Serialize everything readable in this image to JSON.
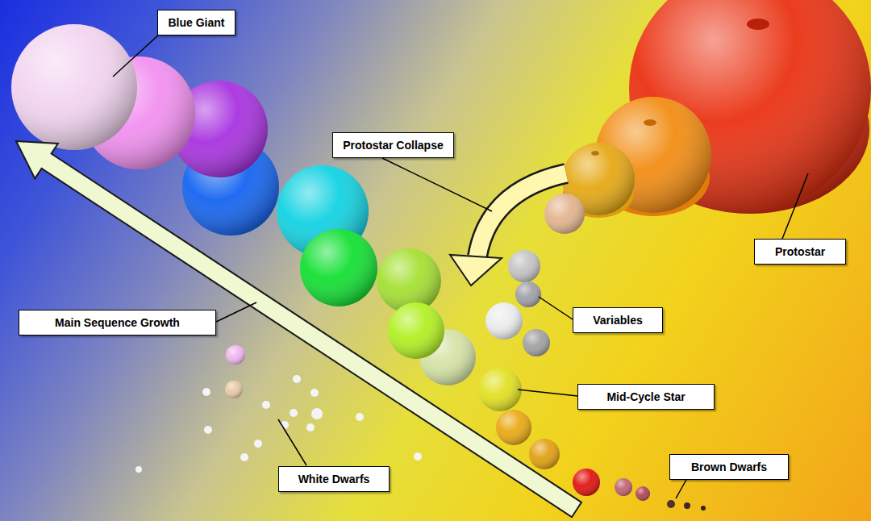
{
  "diagram": {
    "nodes": [
      {
        "text": [
          "Blue Giant"
        ]
      },
      {
        "text": [
          "Protostar Collapse"
        ]
      },
      {
        "text": [
          "Protostar"
        ]
      },
      {
        "text": [
          "Main Sequence Growth"
        ]
      },
      {
        "text": [
          "Variables"
        ]
      },
      {
        "text": [
          "Mid-Cycle Star"
        ]
      },
      {
        "text": [
          "Brown Dwarfs"
        ]
      },
      {
        "text": [
          "White Dwarfs"
        ]
      }
    ]
  }
}
